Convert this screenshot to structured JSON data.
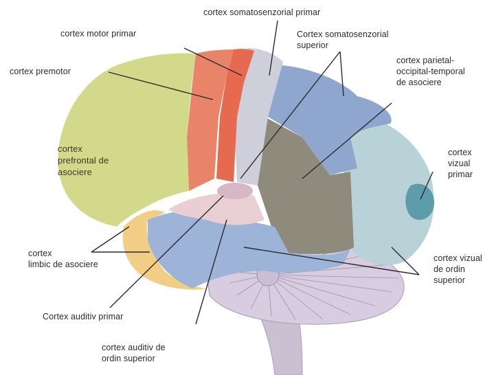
{
  "labels": {
    "somatosensory_primary": "cortex somatosenzorial primar",
    "motor_primary": "cortex motor primar",
    "somatosensory_superior": "Cortex somatosenzorial\nsuperior",
    "premotor": "cortex premotor",
    "parietal_assoc": "cortex parietal-\noccipital-temporal\nde asociere",
    "prefrontal": "cortex\nprefrontal de\nasociere",
    "visual_primary": "cortex\nvizual\nprimar",
    "limbic": "cortex\nlimbic de asociere",
    "visual_higher": "cortex vizual\nde ordin\nsuperior",
    "auditory_primary": "Cortex auditiv primar",
    "auditory_higher": "cortex auditiv de\nordin superior"
  },
  "colors": {
    "prefrontal": "#d3d98a",
    "premotor": "#e8846a",
    "motor": "#e56a50",
    "somatosensory": "#cfcfdc",
    "parietal_assoc": "#8fa7cf",
    "temporal_gray": "#8e8a7c",
    "visual_higher": "#b8d2d8",
    "visual_primary": "#5f9cab",
    "limbic": "#f1cd86",
    "temporal_assoc": "#9db3d8",
    "auditory": "#e9cfd4",
    "cerebellum": "#d8cde0",
    "brainstem": "#c9c0d2",
    "leader_line": "#2a2a2a"
  }
}
